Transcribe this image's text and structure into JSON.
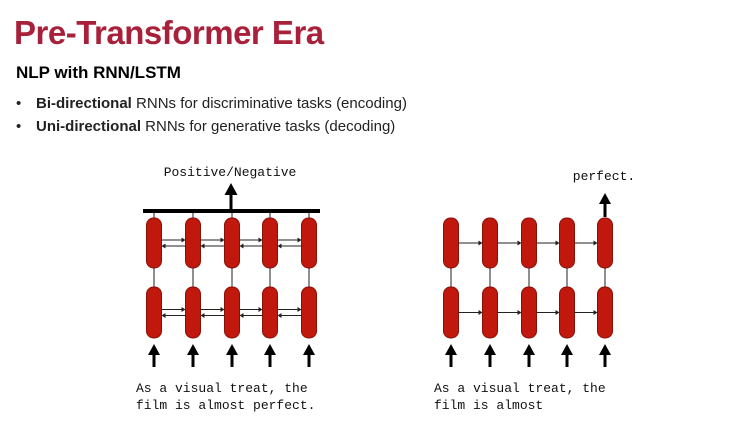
{
  "slide": {
    "title": "Pre-Transformer Era",
    "subtitle": "NLP with RNN/LSTM",
    "bullets": [
      {
        "bold": "Bi-directional",
        "rest": " RNNs for discriminative tasks (encoding)"
      },
      {
        "bold": "Uni-directional",
        "rest": " RNNs for generative tasks (decoding)"
      }
    ]
  },
  "diagrams": {
    "left": {
      "output": "Positive/Negative",
      "input_lines": [
        "As a visual treat, the",
        "film is almost perfect."
      ]
    },
    "right": {
      "output": "perfect.",
      "input_lines": [
        "As a visual treat, the",
        "film is almost"
      ]
    }
  },
  "colors": {
    "title": "#a8203a",
    "cell": "#c0180c",
    "cell_stroke": "#8a0f06",
    "arrow": "#000000"
  }
}
